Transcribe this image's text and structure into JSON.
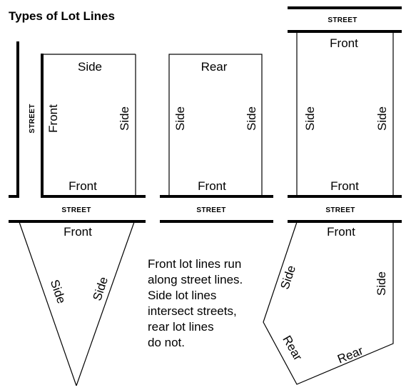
{
  "title": "Types of Lot Lines",
  "street_label": "STREET",
  "lots": {
    "corner": {
      "top": "Side",
      "left": "Front",
      "right": "Side",
      "bottom": "Front"
    },
    "interior": {
      "top": "Rear",
      "left": "Side",
      "right": "Side",
      "bottom": "Front"
    },
    "through": {
      "top": "Front",
      "left": "Side",
      "right": "Side",
      "bottom": "Front"
    },
    "triangle": {
      "top": "Front",
      "left": "Side",
      "right": "Side"
    },
    "irregular": {
      "top": "Front",
      "left_upper": "Side",
      "right": "Side",
      "left_lower": "Rear",
      "bottom": "Rear"
    }
  },
  "note_lines": [
    "Front lot lines run",
    "along street lines.",
    "Side lot lines",
    "intersect streets,",
    "rear lot lines",
    "do not."
  ]
}
